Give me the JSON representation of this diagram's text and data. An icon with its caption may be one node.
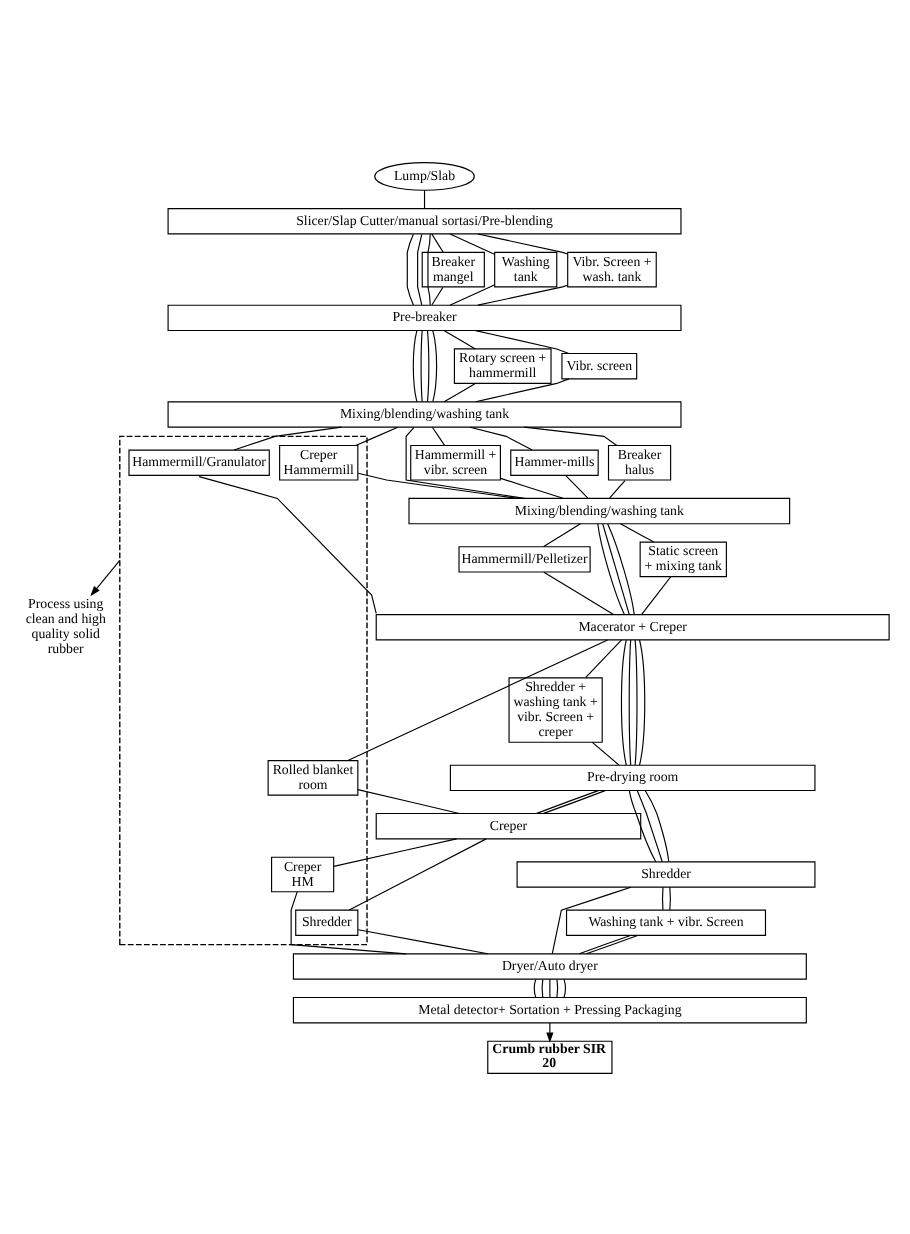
{
  "diagram": {
    "nodes": [
      {
        "text": [
          "Lump/Slab"
        ]
      },
      {
        "text": [],
        "shape": "box"
      },
      {
        "text": [
          "Slicer/Slap Cutter/manual sortasi/Pre-blending"
        ]
      },
      {
        "text": [
          "Breaker mangel"
        ]
      },
      {
        "text": [
          "Washing tank"
        ]
      },
      {
        "text": [
          "Vibr. Screen + wash. tank"
        ]
      },
      {
        "text": [
          "Pre-breaker"
        ]
      },
      {
        "text": [
          "Rotary screen + hammermill"
        ]
      },
      {
        "text": [
          "Vibr. screen"
        ]
      },
      {
        "text": [
          "Mixing/blending/washing tank"
        ]
      },
      {
        "text": [
          "Hammermill/Granulator"
        ],
        "in": 1
      },
      {
        "text": [
          "Creper Hammermill"
        ],
        "in": 1
      },
      {
        "text": [
          "Breaker halus"
        ]
      },
      {
        "text": [
          "Hammermill + vibr. screen"
        ]
      },
      {
        "text": [
          "Hammer-mills"
        ]
      },
      {
        "text": [
          "Mixing/blending/washing tank"
        ]
      },
      {
        "text": [
          "Hammermill/Pelletizer"
        ]
      },
      {
        "text": [
          "Static screen + mixing tank"
        ]
      },
      {
        "text": [
          "Macerator + Creper"
        ]
      },
      {
        "text": [
          "Process using clean and high quality solid rubber"
        ]
      },
      {
        "text": [
          "Shredder + washing tank + vibr. Screen + creper"
        ]
      },
      {
        "text": [
          "Rolled blanket room"
        ],
        "in": 1
      },
      {
        "text": [
          "Pre-drying room"
        ]
      },
      {
        "text": [
          "Creper"
        ]
      },
      {
        "text": [
          "Shredder"
        ],
        "in": 1
      },
      {
        "text": [
          "Creper HM"
        ],
        "in": 1
      },
      {
        "text": [
          "Shredder"
        ]
      },
      {
        "text": [
          "Washing tank + vibr. Screen"
        ]
      },
      {
        "text": [
          "Dryer/Auto dryer"
        ]
      },
      {
        "text": [
          "Metal detector+ Sortation + Pressing Packaging"
        ]
      },
      {
        "text": [
          "Crumb rubber SIR 20"
        ]
      }
    ],
    "edges": [
      {
        "from": 0,
        "to": 2,
        "arrow": "none"
      },
      {
        "from": 2,
        "to": 6,
        "arrow": "none"
      },
      {
        "from": 2,
        "to": 6,
        "arrow": "none"
      },
      {
        "from": 2,
        "to": 6,
        "arrow": "none"
      },
      {
        "from": 2,
        "to": 3,
        "arrow": "none"
      },
      {
        "from": 3,
        "to": 6,
        "arrow": "none"
      },
      {
        "from": 2,
        "to": 4,
        "arrow": "none"
      },
      {
        "from": 4,
        "to": 6,
        "arrow": "none"
      },
      {
        "from": 2,
        "to": 5,
        "arrow": "none"
      },
      {
        "from": 5,
        "to": 6,
        "arrow": "none"
      },
      {
        "from": 6,
        "to": 9,
        "arrow": "none"
      },
      {
        "from": 6,
        "to": 9,
        "arrow": "none"
      },
      {
        "from": 6,
        "to": 9,
        "arrow": "none"
      },
      {
        "from": 6,
        "to": 7,
        "arrow": "none"
      },
      {
        "from": 7,
        "to": 9,
        "arrow": "none"
      },
      {
        "from": 6,
        "to": 9,
        "arrow": "none"
      },
      {
        "from": 6,
        "to": 8,
        "arrow": "none"
      },
      {
        "from": 8,
        "to": 9,
        "arrow": "none"
      },
      {
        "from": 9,
        "to": 10,
        "arrow": "none"
      },
      {
        "from": 9,
        "to": 11,
        "arrow": "none"
      },
      {
        "from": 9,
        "to": 12,
        "arrow": "none"
      },
      {
        "from": 9,
        "to": 15,
        "arrow": "none"
      },
      {
        "from": 9,
        "to": 13,
        "arrow": "none"
      },
      {
        "from": 9,
        "to": 14,
        "arrow": "none"
      },
      {
        "from": 10,
        "to": 18,
        "arrow": "none"
      },
      {
        "from": 11,
        "to": 15,
        "arrow": "none"
      },
      {
        "from": 12,
        "to": 15,
        "arrow": "none"
      },
      {
        "from": 13,
        "to": 15,
        "arrow": "none"
      },
      {
        "from": 14,
        "to": 15,
        "arrow": "none"
      },
      {
        "from": 15,
        "to": 18,
        "arrow": "none"
      },
      {
        "from": 15,
        "to": 16,
        "arrow": "none"
      },
      {
        "from": 16,
        "to": 18,
        "arrow": "none"
      },
      {
        "from": 15,
        "to": 18,
        "arrow": "none"
      },
      {
        "from": 15,
        "to": 18,
        "arrow": "none"
      },
      {
        "from": 15,
        "to": 17,
        "arrow": "none"
      },
      {
        "from": 17,
        "to": 18,
        "arrow": "none"
      },
      {
        "from": 18,
        "to": 21,
        "arrow": "none"
      },
      {
        "from": 18,
        "to": 22,
        "arrow": "none"
      },
      {
        "from": 18,
        "to": 22,
        "arrow": "none"
      },
      {
        "from": 18,
        "to": 22,
        "arrow": "none"
      },
      {
        "from": 18,
        "to": 22,
        "arrow": "none"
      },
      {
        "from": 18,
        "to": 20,
        "arrow": "none"
      },
      {
        "from": 20,
        "to": 22,
        "arrow": "none"
      },
      {
        "from": 1,
        "to": 19,
        "arrow": "to"
      },
      {
        "from": 21,
        "to": 23,
        "arrow": "none"
      },
      {
        "from": 22,
        "to": 23,
        "arrow": "none"
      },
      {
        "from": 22,
        "to": 23,
        "arrow": "none"
      },
      {
        "from": 22,
        "to": 26,
        "arrow": "none"
      },
      {
        "from": 22,
        "to": 26,
        "arrow": "none"
      },
      {
        "from": 22,
        "to": 26,
        "arrow": "none"
      },
      {
        "from": 23,
        "to": 24,
        "arrow": "none"
      },
      {
        "from": 23,
        "to": 25,
        "arrow": "none"
      },
      {
        "from": 26,
        "to": 28,
        "arrow": "none"
      },
      {
        "from": 26,
        "to": 27,
        "arrow": "none"
      },
      {
        "from": 26,
        "to": 27,
        "arrow": "none"
      },
      {
        "from": 24,
        "to": 28,
        "arrow": "none"
      },
      {
        "from": 25,
        "to": 28,
        "arrow": "none"
      },
      {
        "from": 27,
        "to": 28,
        "arrow": "none"
      },
      {
        "from": 27,
        "to": 28,
        "arrow": "none"
      },
      {
        "from": 28,
        "to": 29,
        "arrow": "none"
      },
      {
        "from": 28,
        "to": 29,
        "arrow": "none"
      },
      {
        "from": 28,
        "to": 29,
        "arrow": "none"
      },
      {
        "from": 28,
        "to": 29,
        "arrow": "none"
      },
      {
        "from": 28,
        "to": 29,
        "arrow": "none"
      },
      {
        "from": 29,
        "to": 30,
        "arrow": "to"
      }
    ]
  }
}
